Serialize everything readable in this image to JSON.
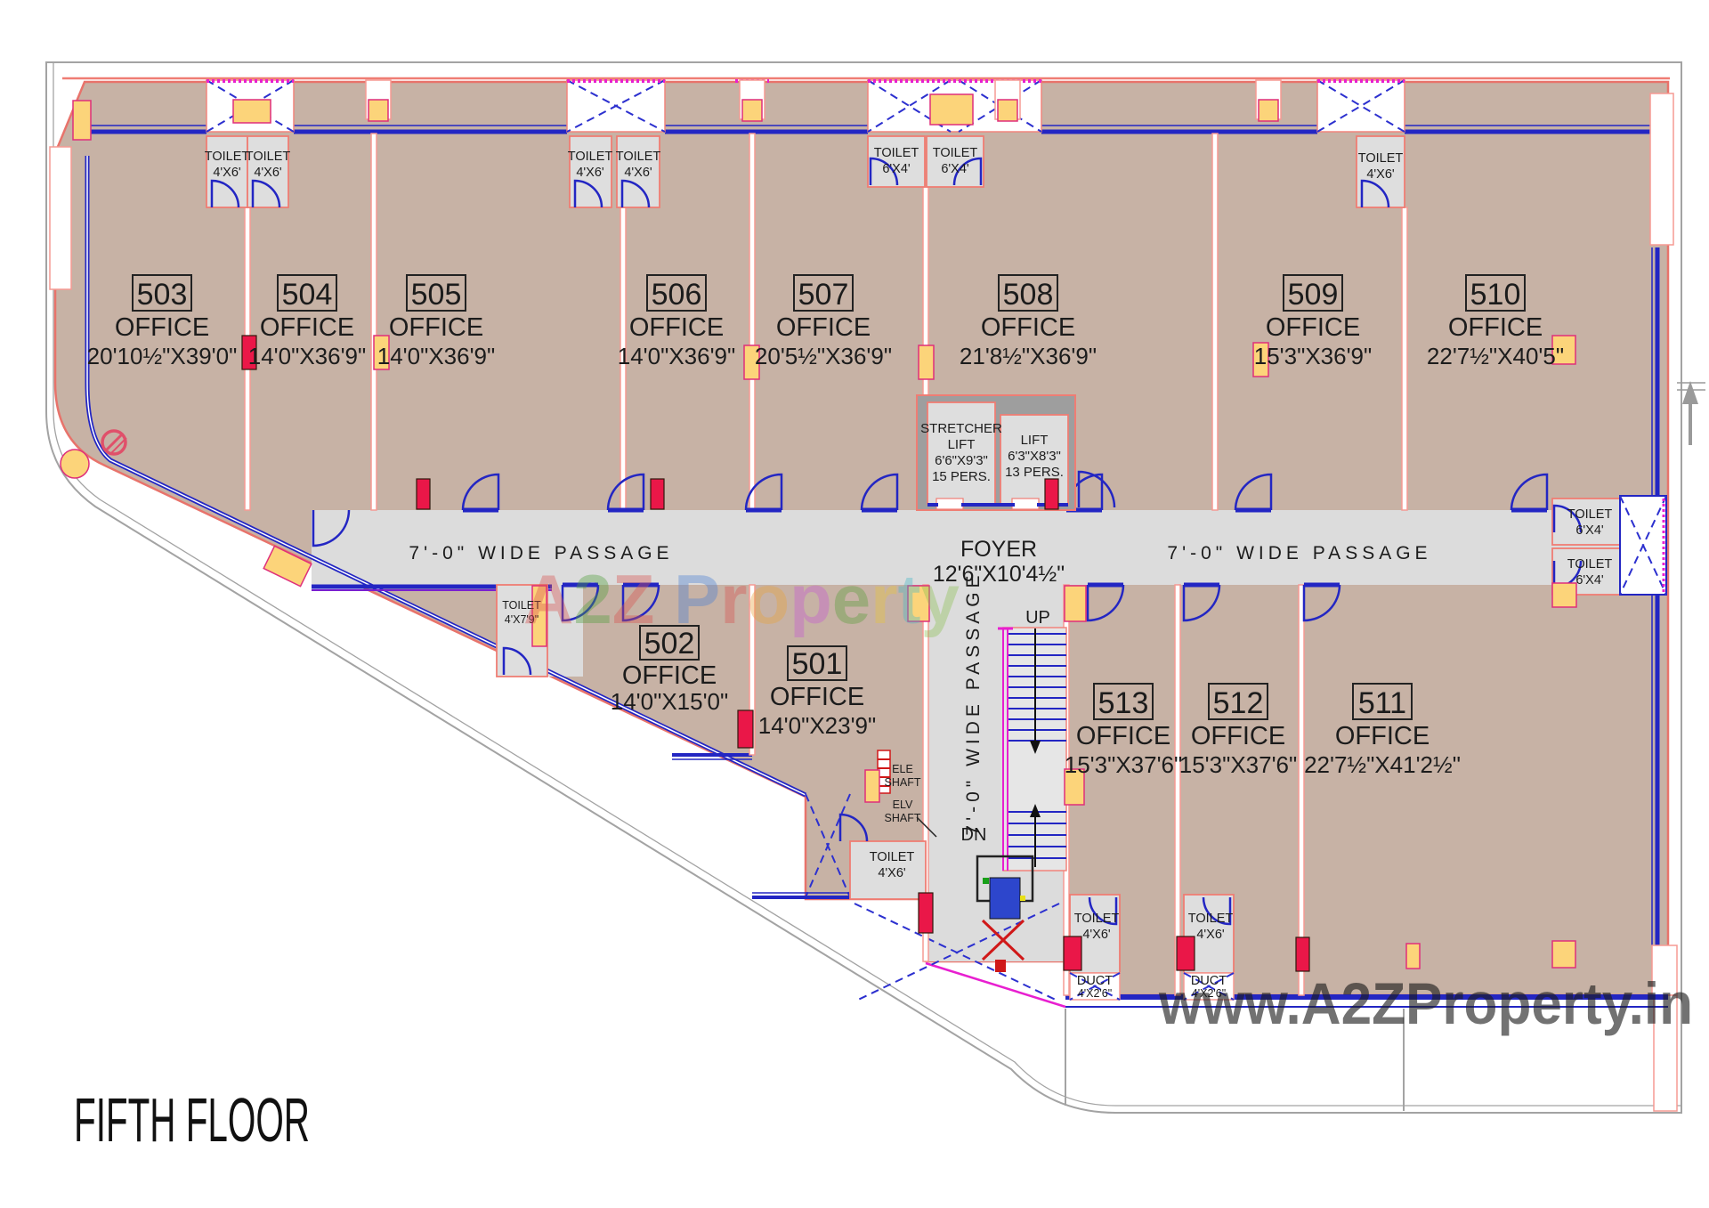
{
  "title": "FIFTH FLOOR",
  "watermarks": {
    "corner": "www.A2ZProperty.in",
    "center_letters": [
      {
        "ch": "A",
        "color": "#d9534f"
      },
      {
        "ch": "2",
        "color": "#4f9e3c"
      },
      {
        "ch": "Z",
        "color": "#d9534f"
      },
      {
        "ch": " ",
        "color": "#000000"
      },
      {
        "ch": "P",
        "color": "#4a7fd4"
      },
      {
        "ch": "r",
        "color": "#d9534f"
      },
      {
        "ch": "o",
        "color": "#e8a33d"
      },
      {
        "ch": "p",
        "color": "#c65bd4"
      },
      {
        "ch": "e",
        "color": "#5a9e3c"
      },
      {
        "ch": "r",
        "color": "#e8c53d"
      },
      {
        "ch": "t",
        "color": "#49b8c8"
      },
      {
        "ch": "y",
        "color": "#8cc152"
      }
    ]
  },
  "offices": [
    {
      "number": "501",
      "type": "OFFICE",
      "dims": "14'0\"X23'9\""
    },
    {
      "number": "502",
      "type": "OFFICE",
      "dims": "14'0\"X15'0\""
    },
    {
      "number": "503",
      "type": "OFFICE",
      "dims": "20'10½\"X39'0\""
    },
    {
      "number": "504",
      "type": "OFFICE",
      "dims": "14'0\"X36'9\""
    },
    {
      "number": "505",
      "type": "OFFICE",
      "dims": "14'0\"X36'9\""
    },
    {
      "number": "506",
      "type": "OFFICE",
      "dims": "14'0\"X36'9\""
    },
    {
      "number": "507",
      "type": "OFFICE",
      "dims": "20'5½\"X36'9\""
    },
    {
      "number": "508",
      "type": "OFFICE",
      "dims": "21'8½\"X36'9\""
    },
    {
      "number": "509",
      "type": "OFFICE",
      "dims": "15'3\"X36'9\""
    },
    {
      "number": "510",
      "type": "OFFICE",
      "dims": "22'7½\"X40'5\""
    },
    {
      "number": "511",
      "type": "OFFICE",
      "dims": "22'7½\"X41'2½\""
    },
    {
      "number": "512",
      "type": "OFFICE",
      "dims": "15'3\"X37'6\""
    },
    {
      "number": "513",
      "type": "OFFICE",
      "dims": "15'3\"X37'6\""
    }
  ],
  "toilets": [
    {
      "name": "TOILET",
      "size": "4'X6'"
    },
    {
      "name": "TOILET",
      "size": "4'X6'"
    },
    {
      "name": "TOILET",
      "size": "4'X6'"
    },
    {
      "name": "TOILET",
      "size": "4'X6'"
    },
    {
      "name": "TOILET",
      "size": "6'X4'"
    },
    {
      "name": "TOILET",
      "size": "6'X4'"
    },
    {
      "name": "TOILET",
      "size": "4'X6'"
    },
    {
      "name": "TOILET",
      "size": "6'X4'"
    },
    {
      "name": "TOILET",
      "size": "6'X4'"
    },
    {
      "name": "TOILET",
      "size": "4'X7'9\""
    },
    {
      "name": "TOILET",
      "size": "4'X6'"
    },
    {
      "name": "TOILET",
      "size": "4'X6'"
    },
    {
      "name": "TOILET",
      "size": "4'X6'"
    }
  ],
  "ducts": [
    {
      "name": "DUCT",
      "size": "4'X2'6\""
    },
    {
      "name": "DUCT",
      "size": "4'X2'6\""
    }
  ],
  "lifts": {
    "stretcher": {
      "l1": "STRETCHER",
      "l2": "LIFT",
      "l3": "6'6\"X9'3\"",
      "l4": "15 PERS."
    },
    "passenger": {
      "l1": "LIFT",
      "l2": "6'3\"X8'3\"",
      "l3": "13 PERS."
    }
  },
  "foyer": {
    "name": "FOYER",
    "dims": "12'6\"X10'4½\""
  },
  "passages": {
    "left": "7'-0\" WIDE PASSAGE",
    "right": "7'-0\" WIDE PASSAGE",
    "vertical": "7'-0\" WIDE PASSAGE"
  },
  "stairs": {
    "up": "UP",
    "down": "DN"
  },
  "shafts": {
    "ele1": "ELE",
    "ele2": "SHAFT",
    "elv1": "ELV",
    "elv2": "SHAFT"
  }
}
